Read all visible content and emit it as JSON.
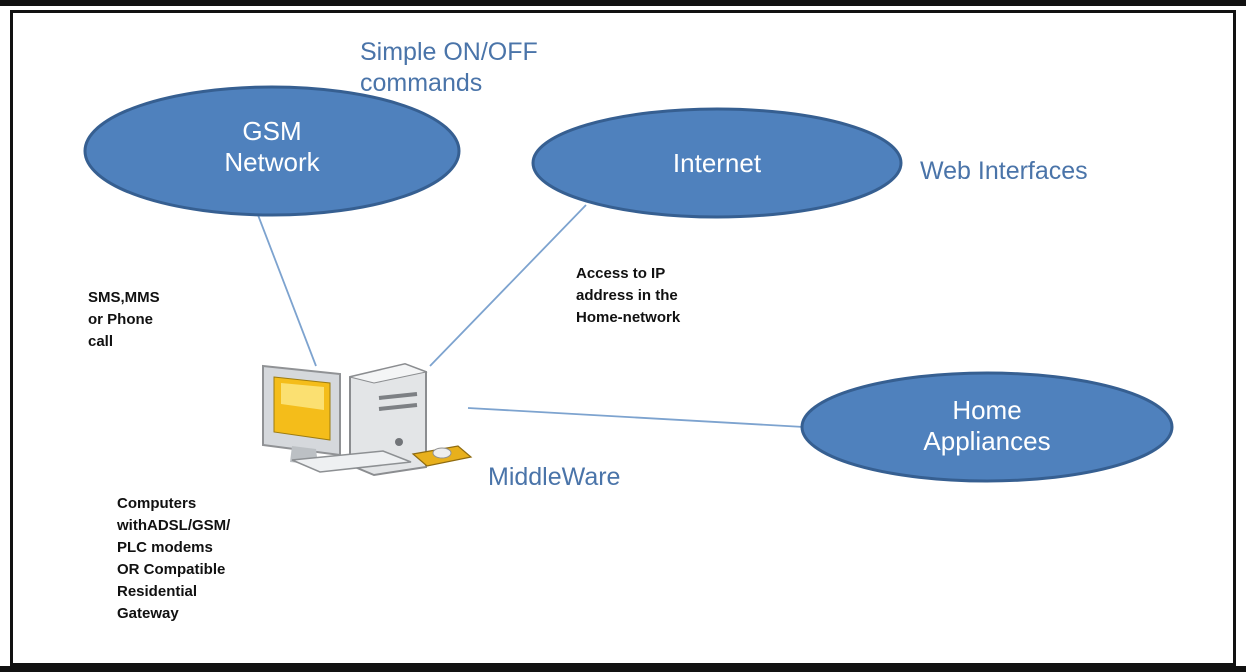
{
  "diagram": {
    "nodes": {
      "gsm": {
        "label": "GSM\nNetwork"
      },
      "internet": {
        "label": "Internet"
      },
      "home": {
        "label": "Home\nAppliances"
      }
    },
    "labels": {
      "simple_commands": "Simple ON/OFF\ncommands",
      "web_interfaces": "Web Interfaces",
      "sms": "SMS,MMS\nor Phone\ncall",
      "ip_access": "Access to IP\naddress in the\nHome-network",
      "middleware": "MiddleWare",
      "computers": "Computers\nwithADSL/GSM/\nPLC modems\nOR Compatible\nResidential\nGateway"
    },
    "colors": {
      "node_fill": "#4f81bd",
      "node_stroke": "#365f91",
      "blue_text": "#4a74a9",
      "line": "#7da3cf"
    }
  }
}
